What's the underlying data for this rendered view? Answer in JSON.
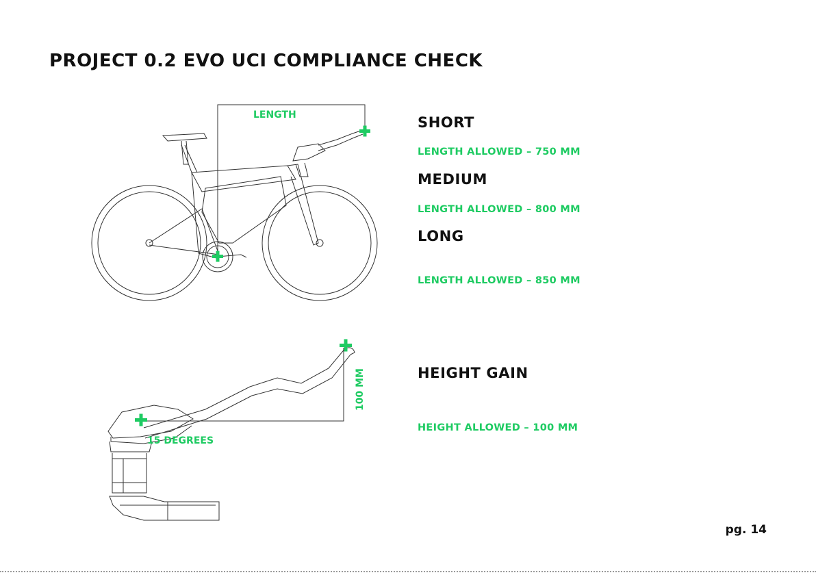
{
  "page": {
    "title": "PROJECT 0.2 EVO UCI COMPLIANCE CHECK",
    "page_number": "pg. 14"
  },
  "sizes": [
    {
      "name": "SHORT",
      "allowed": "LENGTH ALLOWED – 750 MM"
    },
    {
      "name": "MEDIUM",
      "allowed": "LENGTH ALLOWED – 800 MM"
    },
    {
      "name": "LONG",
      "allowed": "LENGTH ALLOWED – 850 MM"
    }
  ],
  "height": {
    "name": "HEIGHT GAIN",
    "allowed": "HEIGHT ALLOWED – 100 MM"
  },
  "bike_figure": {
    "length_label": "LENGTH",
    "marker_icon": "plus-icon"
  },
  "bar_figure": {
    "height_label": "100 MM",
    "angle_label": "15 DEGREES",
    "marker_icon": "plus-icon"
  },
  "colors": {
    "accent": "#1ecb62",
    "text": "#111111",
    "line": "#333333"
  }
}
